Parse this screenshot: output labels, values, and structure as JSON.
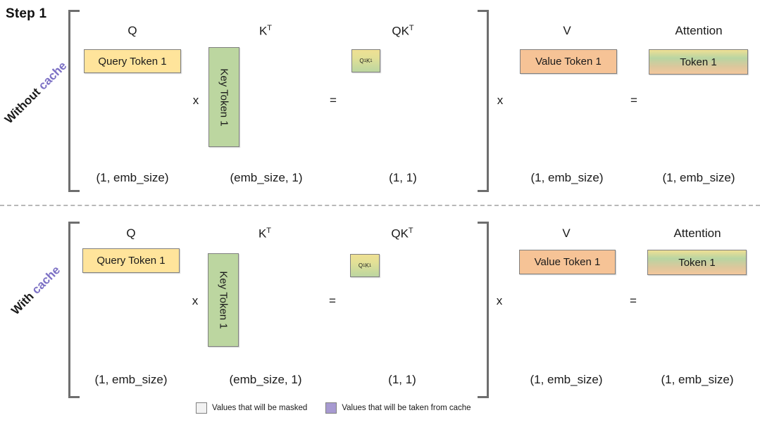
{
  "title": "Step 1",
  "rows": [
    {
      "id": "without-cache",
      "label_plain": "Without",
      "label_accent": "cache",
      "headings": {
        "q": "Q",
        "kt_base": "K",
        "kt_sup": "T",
        "qkt_base": "QK",
        "qkt_sup": "T",
        "v": "V",
        "attention": "Attention"
      },
      "operators": {
        "mul1": "x",
        "eq1": "=",
        "mul2": "x",
        "eq2": "="
      },
      "boxes": {
        "query": "Query Token 1",
        "key": "Key Token 1",
        "score_q": "Q",
        "score_q_sub": "1",
        "score_k": "K",
        "score_k_sub": "1",
        "value": "Value Token 1",
        "attention": "Token 1"
      },
      "shapes": {
        "q": "(1, emb_size)",
        "kt": "(emb_size, 1)",
        "qkt": "(1, 1)",
        "v": "(1, emb_size)",
        "attention": "(1, emb_size)"
      }
    },
    {
      "id": "with-cache",
      "label_plain": "With",
      "label_accent": "cache",
      "headings": {
        "q": "Q",
        "kt_base": "K",
        "kt_sup": "T",
        "qkt_base": "QK",
        "qkt_sup": "T",
        "v": "V",
        "attention": "Attention"
      },
      "operators": {
        "mul1": "x",
        "eq1": "=",
        "mul2": "x",
        "eq2": "="
      },
      "boxes": {
        "query": "Query Token 1",
        "key": "Key Token 1",
        "score_q": "Q",
        "score_q_sub": "1",
        "score_k": "K",
        "score_k_sub": "1",
        "value": "Value Token 1",
        "attention": "Token 1"
      },
      "shapes": {
        "q": "(1, emb_size)",
        "kt": "(emb_size, 1)",
        "qkt": "(1, 1)",
        "v": "(1, emb_size)",
        "attention": "(1, emb_size)"
      }
    }
  ],
  "legend": [
    {
      "id": "masked",
      "label": "Values that will be masked",
      "color": "#f2f2f2"
    },
    {
      "id": "cache",
      "label": "Values that will be taken from cache",
      "color": "#a79ad1"
    }
  ],
  "colors": {
    "query_box": "#ffe49b",
    "key_box": "#bcd6a0",
    "value_box": "#f6c396",
    "accent_text": "#7b6fc4",
    "bracket": "#6e6e6e",
    "box_border": "#808080",
    "divider": "#b8b8b8"
  }
}
